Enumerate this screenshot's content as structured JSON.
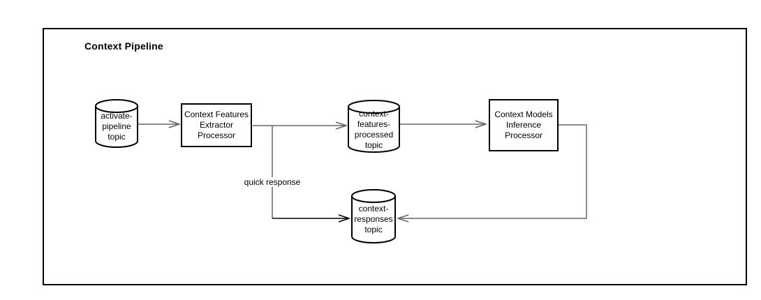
{
  "title": "Context Pipeline",
  "nodes": {
    "activate_topic": {
      "shape": "cylinder",
      "label": "activate-\npipeline\ntopic"
    },
    "extractor_processor": {
      "shape": "rectangle",
      "label": "Context Features\nExtractor\nProcessor"
    },
    "features_topic": {
      "shape": "cylinder",
      "label": "context-\nfeatures-\nprocessed\ntopic"
    },
    "inference_processor": {
      "shape": "rectangle",
      "label": "Context Models\nInference\nProcessor"
    },
    "responses_topic": {
      "shape": "cylinder",
      "label": "context-\nresponses\ntopic"
    }
  },
  "edges": {
    "quick_response_label": "quick response"
  },
  "colors": {
    "shape_stroke": "#000000",
    "shape_fill": "#ffffff",
    "edge_gray": "#666666",
    "edge_dark": "#000000",
    "text": "#000000"
  }
}
